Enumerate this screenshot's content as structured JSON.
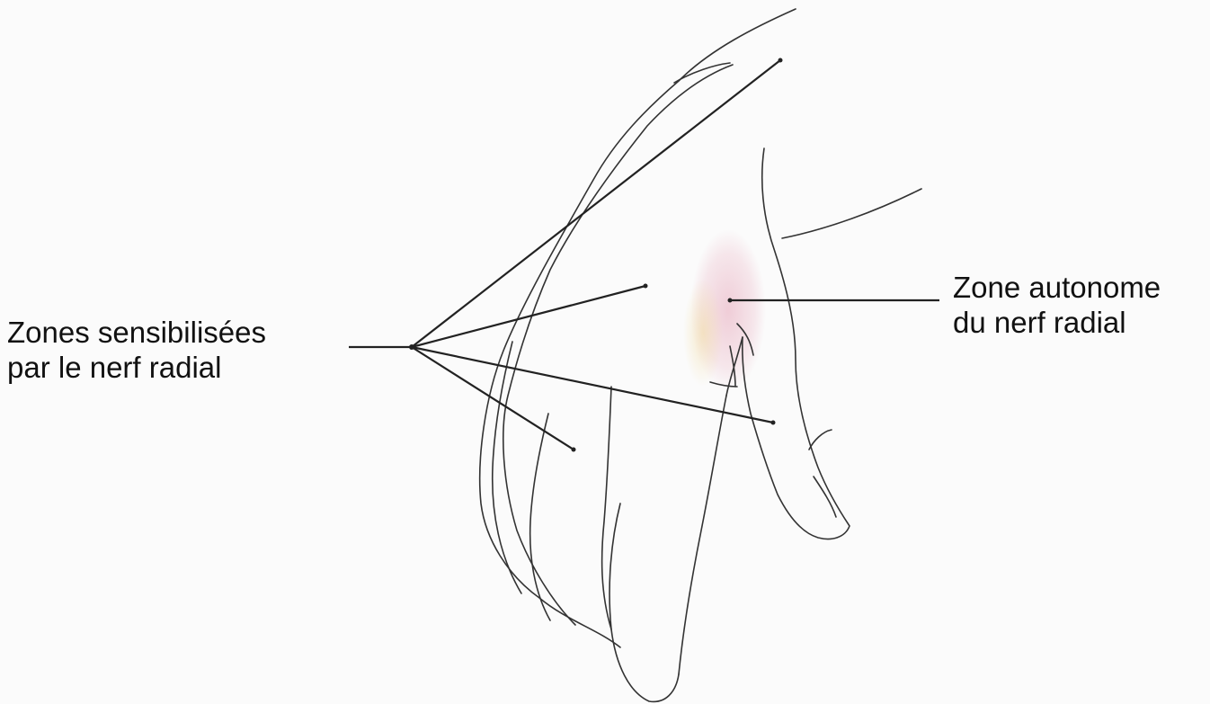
{
  "labels": {
    "sensitized_zones": [
      "Zones sensibilisées",
      "par le nerf radial"
    ],
    "autonomous_zone": [
      "Zone autonome",
      "du nerf radial"
    ]
  },
  "colors": {
    "background": "#fbfbfb",
    "line": "#222222",
    "highlight_pink": "#e6a7ba",
    "highlight_yellow": "#f1dca6"
  }
}
